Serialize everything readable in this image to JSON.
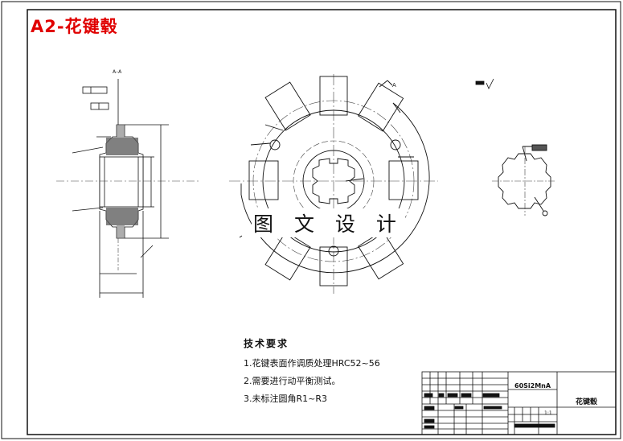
{
  "drawing": {
    "title": "A2-花键毂",
    "watermark": "图 文 设 计",
    "section_label": "A–A",
    "view_label_a": "A"
  },
  "tech_requirements": {
    "heading": "技术要求",
    "items": [
      "1.花键表面作调质处理HRC52~56",
      "2.需要进行动平衡测试。",
      "3.未标注圆角R1~R3"
    ]
  },
  "title_block": {
    "material": "60Si2MnA",
    "part_name": "花键毂",
    "scale": "1:1"
  },
  "colors": {
    "title": "#e00000",
    "line": "#111111",
    "centerline": "#444444"
  }
}
